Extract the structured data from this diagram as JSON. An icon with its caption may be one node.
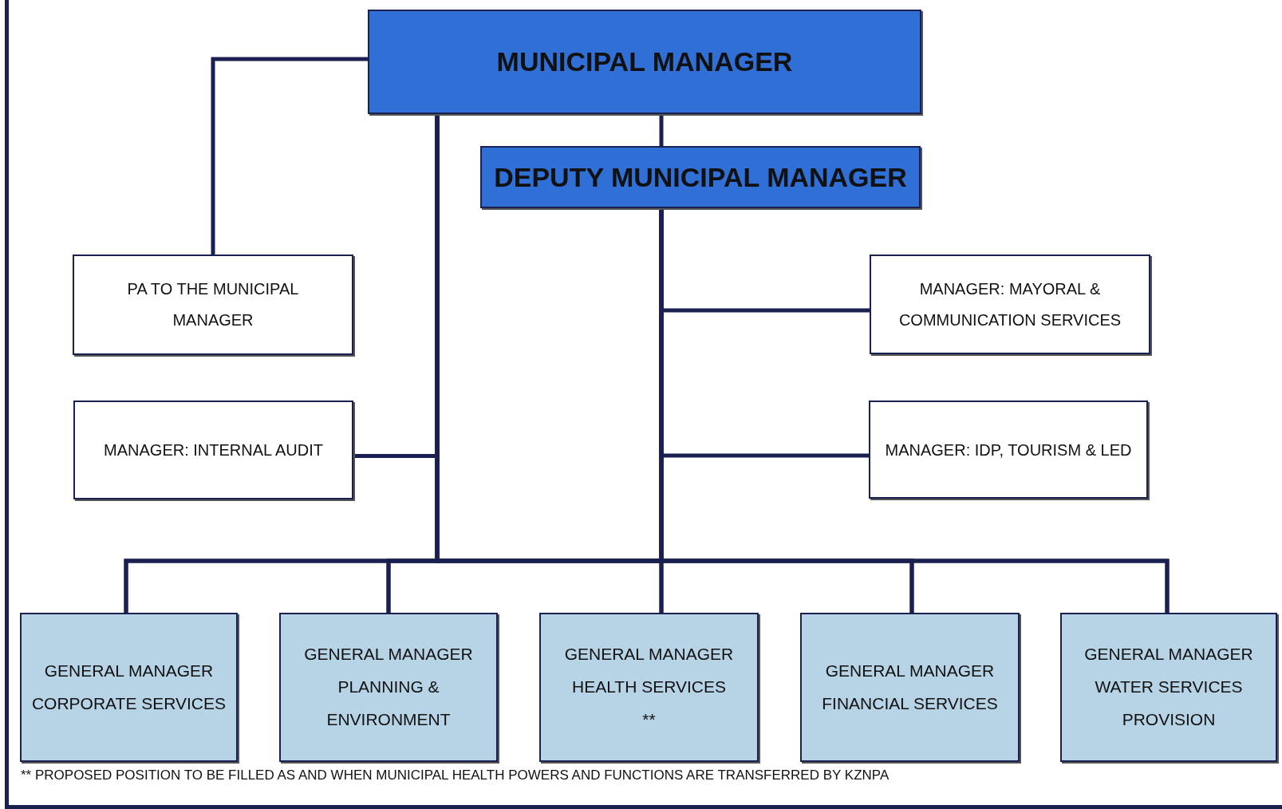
{
  "diagram": {
    "nodes": [
      {
        "text": [
          "MUNICIPAL MANAGER"
        ]
      },
      {
        "text": [
          "DEPUTY MUNICIPAL MANAGER"
        ]
      },
      {
        "text": [
          "PA TO THE MUNICIPAL MANAGER"
        ]
      },
      {
        "text": [
          "MANAGER: MAYORAL & COMMUNICATION SERVICES"
        ]
      },
      {
        "text": [
          "MANAGER: INTERNAL AUDIT"
        ]
      },
      {
        "text": [
          "MANAGER: IDP, TOURISM & LED"
        ]
      },
      {
        "text": [
          "GENERAL MANAGER CORPORATE SERVICES"
        ]
      },
      {
        "text": [
          "GENERAL MANAGER PLANNING & ENVIRONMENT"
        ]
      },
      {
        "text": [
          "GENERAL MANAGER HEALTH SERVICES",
          "**"
        ]
      },
      {
        "text": [
          "GENERAL MANAGER FINANCIAL SERVICES"
        ]
      },
      {
        "text": [
          "GENERAL MANAGER WATER SERVICES PROVISION"
        ]
      }
    ],
    "edges": [
      {
        "from": 0,
        "to": 1,
        "arrow": "none"
      },
      {
        "from": 0,
        "to": 2,
        "arrow": "none"
      },
      {
        "from": 1,
        "to": 3,
        "arrow": "none"
      },
      {
        "from": 0,
        "to": 4,
        "arrow": "none"
      },
      {
        "from": 1,
        "to": 5,
        "arrow": "none"
      },
      {
        "from": 0,
        "to": 6,
        "arrow": "none"
      },
      {
        "from": 0,
        "to": 7,
        "arrow": "none"
      },
      {
        "from": 0,
        "to": 8,
        "arrow": "none"
      },
      {
        "from": 0,
        "to": 9,
        "arrow": "none"
      },
      {
        "from": 0,
        "to": 10,
        "arrow": "none"
      },
      {
        "from": 1,
        "to": 6,
        "arrow": "none"
      },
      {
        "from": 1,
        "to": 7,
        "arrow": "none"
      },
      {
        "from": 1,
        "to": 8,
        "arrow": "none"
      },
      {
        "from": 1,
        "to": 9,
        "arrow": "none"
      },
      {
        "from": 1,
        "to": 10,
        "arrow": "none"
      }
    ],
    "labels": [
      "** PROPOSED POSITION TO BE FILLED AS AND WHEN MUNICIPAL HEALTH POWERS AND FUNCTIONS ARE TRANSFERRED BY KZNPA"
    ]
  }
}
